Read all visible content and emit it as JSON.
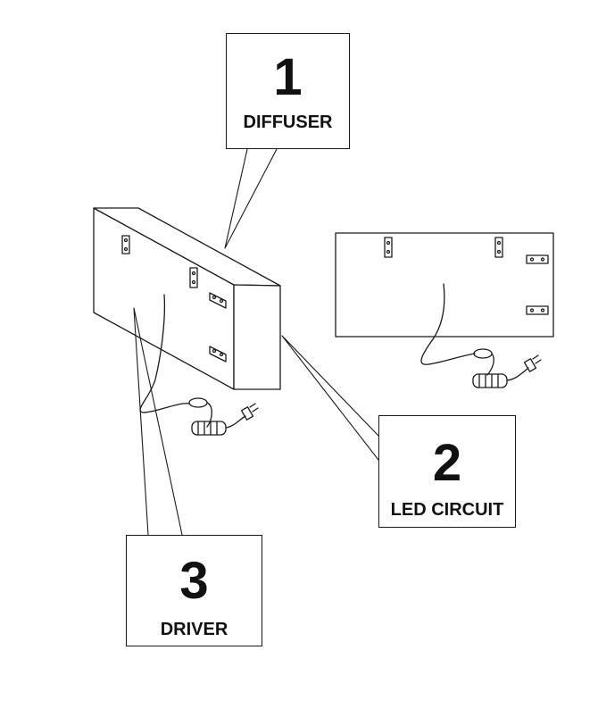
{
  "callouts": [
    {
      "number": "1",
      "label": "DIFFUSER"
    },
    {
      "number": "2",
      "label": "LED CIRCUIT"
    },
    {
      "number": "3",
      "label": "DRIVER"
    }
  ],
  "colors": {
    "line": "#1a1a1a",
    "background": "#ffffff"
  }
}
